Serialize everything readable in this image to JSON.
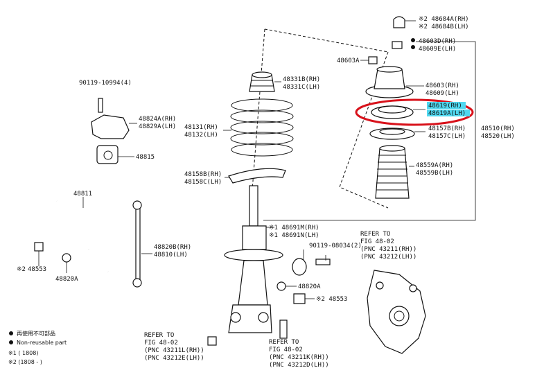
{
  "labels": {
    "l48684a": "※2 48684A(RH)",
    "l48684b": "※2 48684B(LH)",
    "l48603d": "48603D(RH)",
    "l48609e": "48609E(LH)",
    "l48603a": "48603A",
    "l48603": "48603(RH)",
    "l48609": "48609(LH)",
    "l48619": "48619(RH)",
    "l48619a": "48619A(LH)",
    "l48157b": "48157B(RH)",
    "l48157c": "48157C(LH)",
    "l48510": "48510(RH)",
    "l48520": "48520(LH)",
    "l48559a": "48559A(RH)",
    "l48559b": "48559B(LH)",
    "l48331b": "48331B(RH)",
    "l48331c": "48331C(LH)",
    "l48131": "48131(RH)",
    "l48132": "48132(LH)",
    "l48158b": "48158B(RH)",
    "l48158c": "48158C(LH)",
    "l90119a": "90119-10994(4)",
    "l48824a": "48824A(RH)",
    "l48829a": "48829A(LH)",
    "l48815": "48815",
    "l48811": "48811",
    "l48691m": "※1 48691M(RH)",
    "l48691n": "※1 48691N(LH)",
    "l90119b": "90119-08034(2)",
    "l48820b": "48820B(RH)",
    "l48810": "48810(LH)",
    "l48553a": "48553",
    "l48820a1": "48820A",
    "l48820a2": "48820A",
    "l48553b": "※2 48553",
    "ref1_a": "REFER TO",
    "ref1_b": "FIG 48-02",
    "ref1_c": "(PNC 43211(RH))",
    "ref1_d": "(PNC 43212(LH))",
    "ref2_a": "REFER TO",
    "ref2_b": "FIG 48-02",
    "ref2_c": "(PNC 43211L(RH))",
    "ref2_d": "(PNC 43212E(LH))",
    "ref3_a": "REFER TO",
    "ref3_b": "FIG 48-02",
    "ref3_c": "(PNC 43211K(RH))",
    "ref3_d": "(PNC 43212D(LH))",
    "asterisk2": "※2"
  },
  "legend": {
    "line1": "再使用不可部品",
    "line2": "Non-reusable part",
    "line3": "※1 (        1808)",
    "line4": "※2 (1808  -      )"
  },
  "colors": {
    "highlight_fill": "#4fd8f0",
    "highlight_ring": "#d8121b"
  }
}
